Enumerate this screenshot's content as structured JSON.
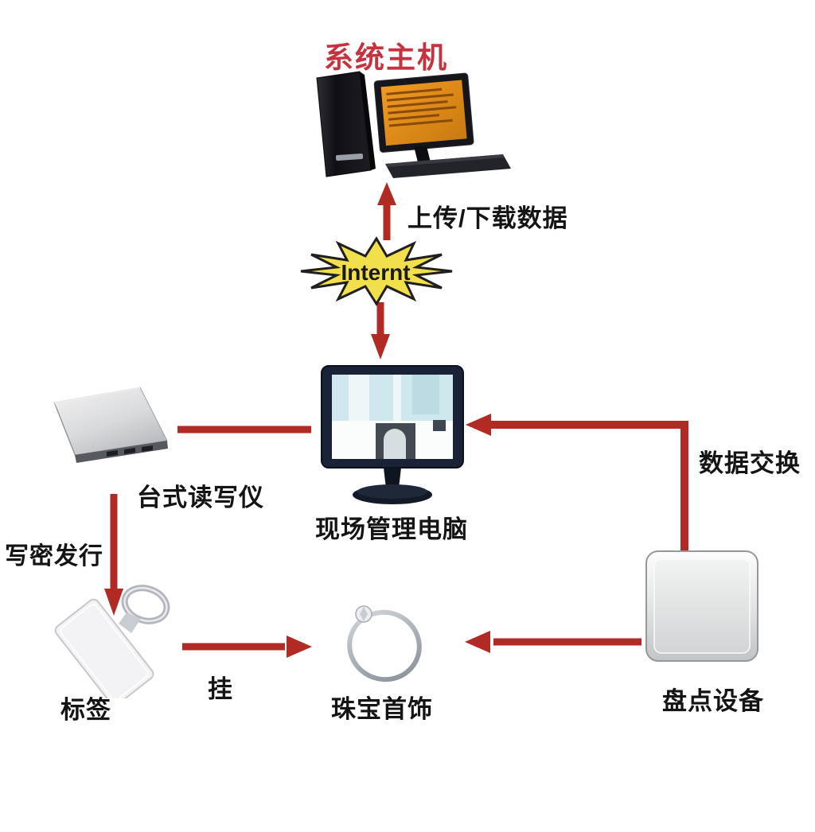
{
  "title": "系统主机",
  "internet_label": "Internt",
  "labels": {
    "upload_download": "上传/下载数据",
    "site_pc": "现场管理电脑",
    "desktop_reader": "台式读写仪",
    "write_issue": "写密发行",
    "tag": "标签",
    "hang": "挂",
    "jewelry": "珠宝首饰",
    "data_exchange": "数据交换",
    "inventory_device": "盘点设备"
  },
  "colors": {
    "arrow_red": "#b12a24",
    "title_red": "#c5333f",
    "label_black": "#141414",
    "star_fill": "#f1e04c",
    "star_stroke": "#1f1f1f",
    "background": "#ffffff"
  }
}
